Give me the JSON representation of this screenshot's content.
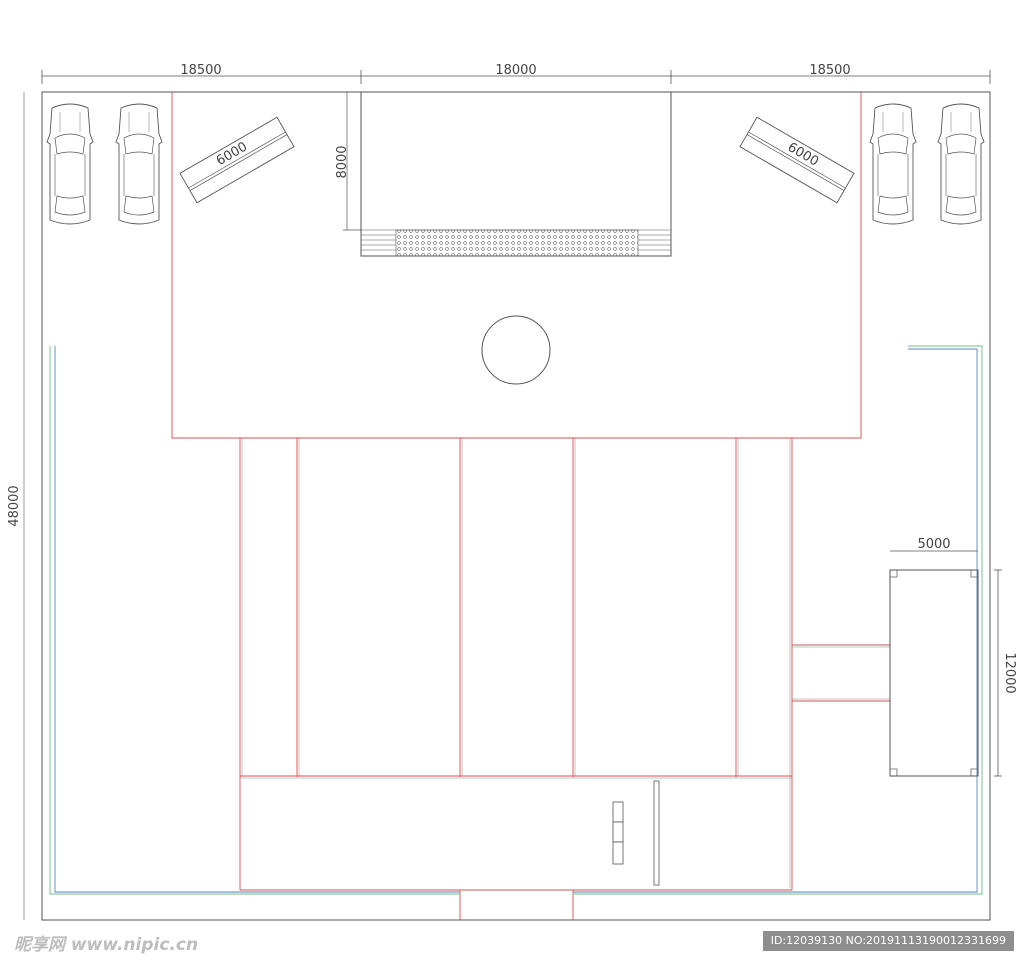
{
  "dimensions": {
    "top_left": "18500",
    "top_middle": "18000",
    "top_right": "18500",
    "left_height": "48000",
    "stage_depth": "8000",
    "ramp_left": "6000",
    "ramp_right": "6000",
    "booth_width": "5000",
    "booth_height": "12000"
  },
  "watermark": {
    "site": "昵享网 www.nipic.cn",
    "id_text": "ID:12039130 NO:20191113190012331699"
  },
  "colors": {
    "line": "#555555",
    "red": "#d45050",
    "blue": "#5a86b8",
    "green": "#6abf8a"
  }
}
